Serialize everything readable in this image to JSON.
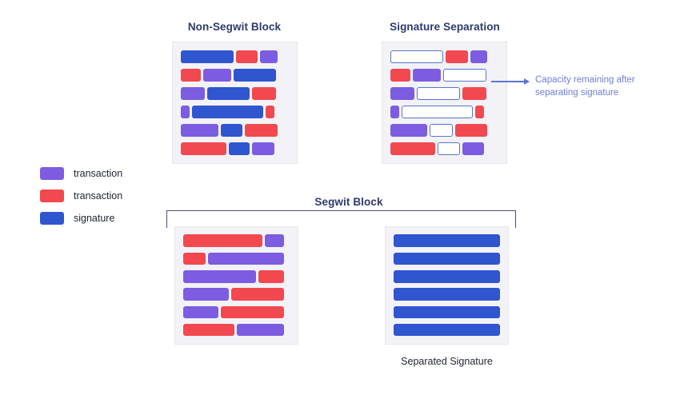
{
  "titles": {
    "non_segwit": "Non-Segwit Block",
    "signature_separation": "Signature Separation",
    "segwit": "Segwit Block"
  },
  "legend": {
    "items": [
      {
        "color": "#7c5ce0",
        "swatch": "purple",
        "label": "transaction"
      },
      {
        "color": "#f2484f",
        "swatch": "red",
        "label": "transaction"
      },
      {
        "color": "#2f55cf",
        "swatch": "blue",
        "label": "signature"
      }
    ]
  },
  "callout": {
    "text": "Capacity remaining after separating signature",
    "color": "#6f7fd4"
  },
  "caption": {
    "separated_signature": "Separated Signature"
  },
  "colors": {
    "purple": "#7c5ce0",
    "red": "#f2484f",
    "blue": "#2f55cf",
    "hollow_border": "#5a74cf",
    "panel_bg": "#f2f2f7",
    "title": "#2e3a6e",
    "bracket": "#4a4f7a",
    "background": "#ffffff"
  },
  "blocks": {
    "non_segwit": {
      "rows": [
        [
          {
            "type": "blue",
            "w": 52
          },
          {
            "type": "red",
            "w": 22
          },
          {
            "type": "purple",
            "w": 17
          }
        ],
        [
          {
            "type": "red",
            "w": 20
          },
          {
            "type": "purple",
            "w": 28
          },
          {
            "type": "blue",
            "w": 42
          }
        ],
        [
          {
            "type": "purple",
            "w": 24
          },
          {
            "type": "blue",
            "w": 42
          },
          {
            "type": "red",
            "w": 24
          }
        ],
        [
          {
            "type": "purple",
            "w": 9
          },
          {
            "type": "blue",
            "w": 70
          },
          {
            "type": "red",
            "w": 9
          }
        ],
        [
          {
            "type": "purple",
            "w": 37
          },
          {
            "type": "blue",
            "w": 22
          },
          {
            "type": "red",
            "w": 32
          }
        ],
        [
          {
            "type": "red",
            "w": 45
          },
          {
            "type": "blue",
            "w": 21
          },
          {
            "type": "purple",
            "w": 22
          }
        ]
      ]
    },
    "signature_separation": {
      "rows": [
        [
          {
            "type": "hollow",
            "w": 52
          },
          {
            "type": "red",
            "w": 22
          },
          {
            "type": "purple",
            "w": 17
          }
        ],
        [
          {
            "type": "red",
            "w": 20
          },
          {
            "type": "purple",
            "w": 28
          },
          {
            "type": "hollow",
            "w": 42
          }
        ],
        [
          {
            "type": "purple",
            "w": 24
          },
          {
            "type": "hollow",
            "w": 42
          },
          {
            "type": "red",
            "w": 24
          }
        ],
        [
          {
            "type": "purple",
            "w": 9
          },
          {
            "type": "hollow",
            "w": 70
          },
          {
            "type": "red",
            "w": 9
          }
        ],
        [
          {
            "type": "purple",
            "w": 37
          },
          {
            "type": "hollow",
            "w": 22
          },
          {
            "type": "red",
            "w": 32
          }
        ],
        [
          {
            "type": "red",
            "w": 45
          },
          {
            "type": "hollow",
            "w": 21
          },
          {
            "type": "purple",
            "w": 22
          }
        ]
      ]
    },
    "segwit_transactions": {
      "rows": [
        [
          {
            "type": "red",
            "w": 78
          },
          {
            "type": "purple",
            "w": 19
          }
        ],
        [
          {
            "type": "red",
            "w": 22
          },
          {
            "type": "purple",
            "w": 75
          }
        ],
        [
          {
            "type": "purple",
            "w": 72
          },
          {
            "type": "red",
            "w": 25
          }
        ],
        [
          {
            "type": "purple",
            "w": 45
          },
          {
            "type": "red",
            "w": 52
          }
        ],
        [
          {
            "type": "purple",
            "w": 35
          },
          {
            "type": "red",
            "w": 62
          }
        ],
        [
          {
            "type": "red",
            "w": 50
          },
          {
            "type": "purple",
            "w": 47
          }
        ]
      ]
    },
    "separated_signature": {
      "rows": [
        [
          {
            "type": "blue",
            "w": 100
          }
        ],
        [
          {
            "type": "blue",
            "w": 100
          }
        ],
        [
          {
            "type": "blue",
            "w": 100
          }
        ],
        [
          {
            "type": "blue",
            "w": 100
          }
        ],
        [
          {
            "type": "blue",
            "w": 100
          }
        ],
        [
          {
            "type": "blue",
            "w": 100
          }
        ]
      ]
    }
  }
}
